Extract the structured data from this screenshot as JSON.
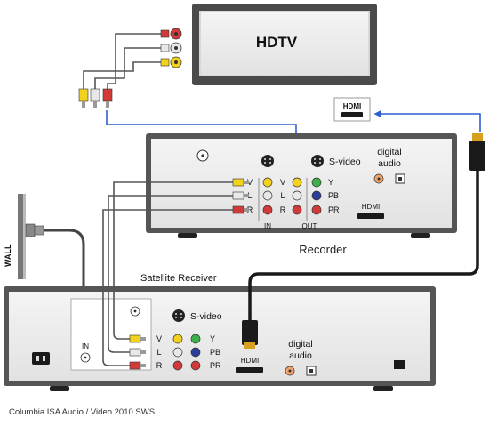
{
  "tv": {
    "label": "HDTV",
    "hdmi_label": "HDMI"
  },
  "recorder": {
    "name": "Recorder",
    "svideo_label": "S-video",
    "digital_audio_line1": "digital",
    "digital_audio_line2": "audio",
    "hdmi_label": "HDMI",
    "in_label": "IN",
    "out_label": "OUT",
    "in_rows": [
      "V",
      "L",
      "R"
    ],
    "out_rows": [
      "V",
      "L",
      "R"
    ],
    "component_labels": [
      "Y",
      "PB",
      "PR"
    ]
  },
  "receiver": {
    "name": "Satellite Receiver",
    "svideo_label": "S-video",
    "digital_audio_line1": "digital",
    "digital_audio_line2": "audio",
    "hdmi_label": "HDMI",
    "in_label": "IN",
    "rows": [
      "V",
      "L",
      "R"
    ],
    "component_labels": [
      "Y",
      "PB",
      "PR"
    ]
  },
  "wall": {
    "label": "WALL"
  },
  "credit": "Columbia ISA Audio / Video 2010 SWS",
  "colors": {
    "video_yellow": "#f2d21c",
    "audio_white": "#e8e8e8",
    "audio_red": "#d23a3a",
    "comp_green": "#3bb04a",
    "comp_blue": "#2b3f9a",
    "signal_blue": "#2f5fd0",
    "cable_black": "#1a1a1a"
  }
}
